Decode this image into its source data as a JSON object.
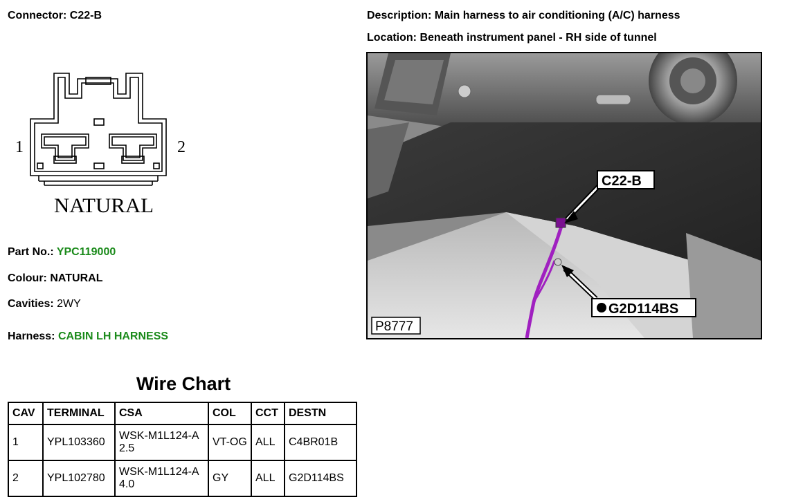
{
  "header": {
    "connector_label": "Connector:",
    "connector_value": "C22-B",
    "description_label": "Description:",
    "description_value": "Main harness to air conditioning (A/C) harness",
    "location_label": "Location:",
    "location_value": "Beneath instrument panel - RH side of tunnel"
  },
  "drawing": {
    "pin_left": "1",
    "pin_right": "2",
    "colour_text": "NATURAL"
  },
  "info": {
    "partno_label": "Part No.:",
    "partno_value": "YPC119000",
    "colour_label": "Colour:",
    "colour_value": "NATURAL",
    "cavities_label": "Cavities:",
    "cavities_value": "2WY",
    "harness_label": "Harness:",
    "harness_value": "CABIN LH HARNESS"
  },
  "wire_chart": {
    "title": "Wire Chart",
    "columns": [
      "CAV",
      "TERMINAL",
      "CSA",
      "COL",
      "CCT",
      "DESTN"
    ],
    "rows": [
      {
        "cav": "1",
        "terminal": "YPL103360",
        "csa": "WSK-M1L124-A 2.5",
        "col": "VT-OG",
        "cct": "ALL",
        "destn": "C4BR01B"
      },
      {
        "cav": "2",
        "terminal": "YPL102780",
        "csa": "WSK-M1L124-A 4.0",
        "col": "GY",
        "cct": "ALL",
        "destn": "G2D114BS"
      }
    ]
  },
  "photo": {
    "callout_connector": "C22-B",
    "callout_ground": "G2D114BS",
    "figure_id": "P8777"
  },
  "colors": {
    "accent_green": "#1a8a1a",
    "wire_purple": "#a020c0"
  }
}
